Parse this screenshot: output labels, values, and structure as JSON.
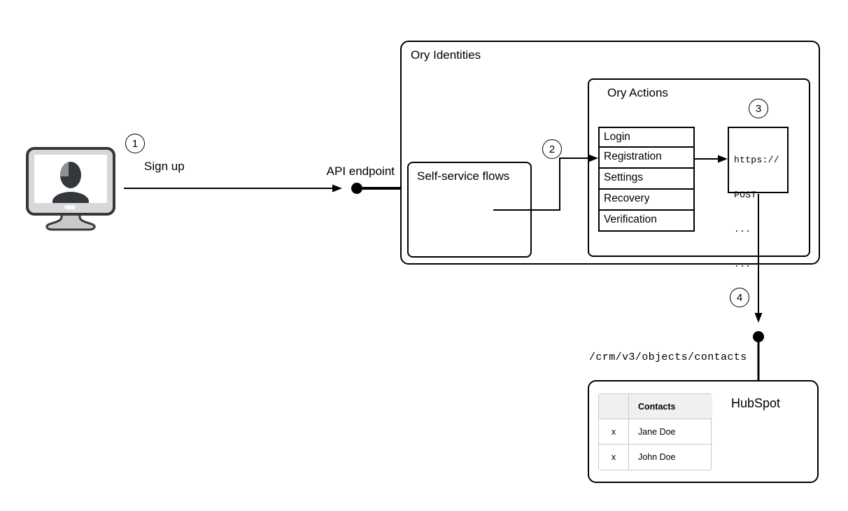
{
  "colors": {
    "background": "#ffffff",
    "line": "#000000",
    "table_border": "#c8c8c8",
    "table_header_bg": "#f0f0f0",
    "monitor_body": "#d8d8d8",
    "monitor_silhouette": "#33383d",
    "monitor_highlight": "#8b9197"
  },
  "actor": {
    "icon": "user-monitor-icon",
    "step_badge": "1",
    "action_label": "Sign up"
  },
  "api_endpoint_label": "API endpoint",
  "ory_identities": {
    "title": "Ory Identities",
    "self_service_flows": {
      "title": "Self-service flows"
    },
    "ory_actions": {
      "title": "Ory Actions",
      "step_badge": "2",
      "flows": [
        "Login",
        "Registration",
        "Settings",
        "Recovery",
        "Verification"
      ],
      "webhook": {
        "step_badge": "3",
        "code_lines": [
          "https://",
          "POST",
          "...",
          "..."
        ]
      }
    }
  },
  "hubspot": {
    "step_badge": "4",
    "endpoint_path": "/crm/v3/objects/contacts",
    "title": "HubSpot",
    "contacts_table": {
      "headers": [
        "",
        "Contacts"
      ],
      "rows": [
        [
          "x",
          "Jane Doe"
        ],
        [
          "x",
          "John Doe"
        ]
      ]
    }
  }
}
